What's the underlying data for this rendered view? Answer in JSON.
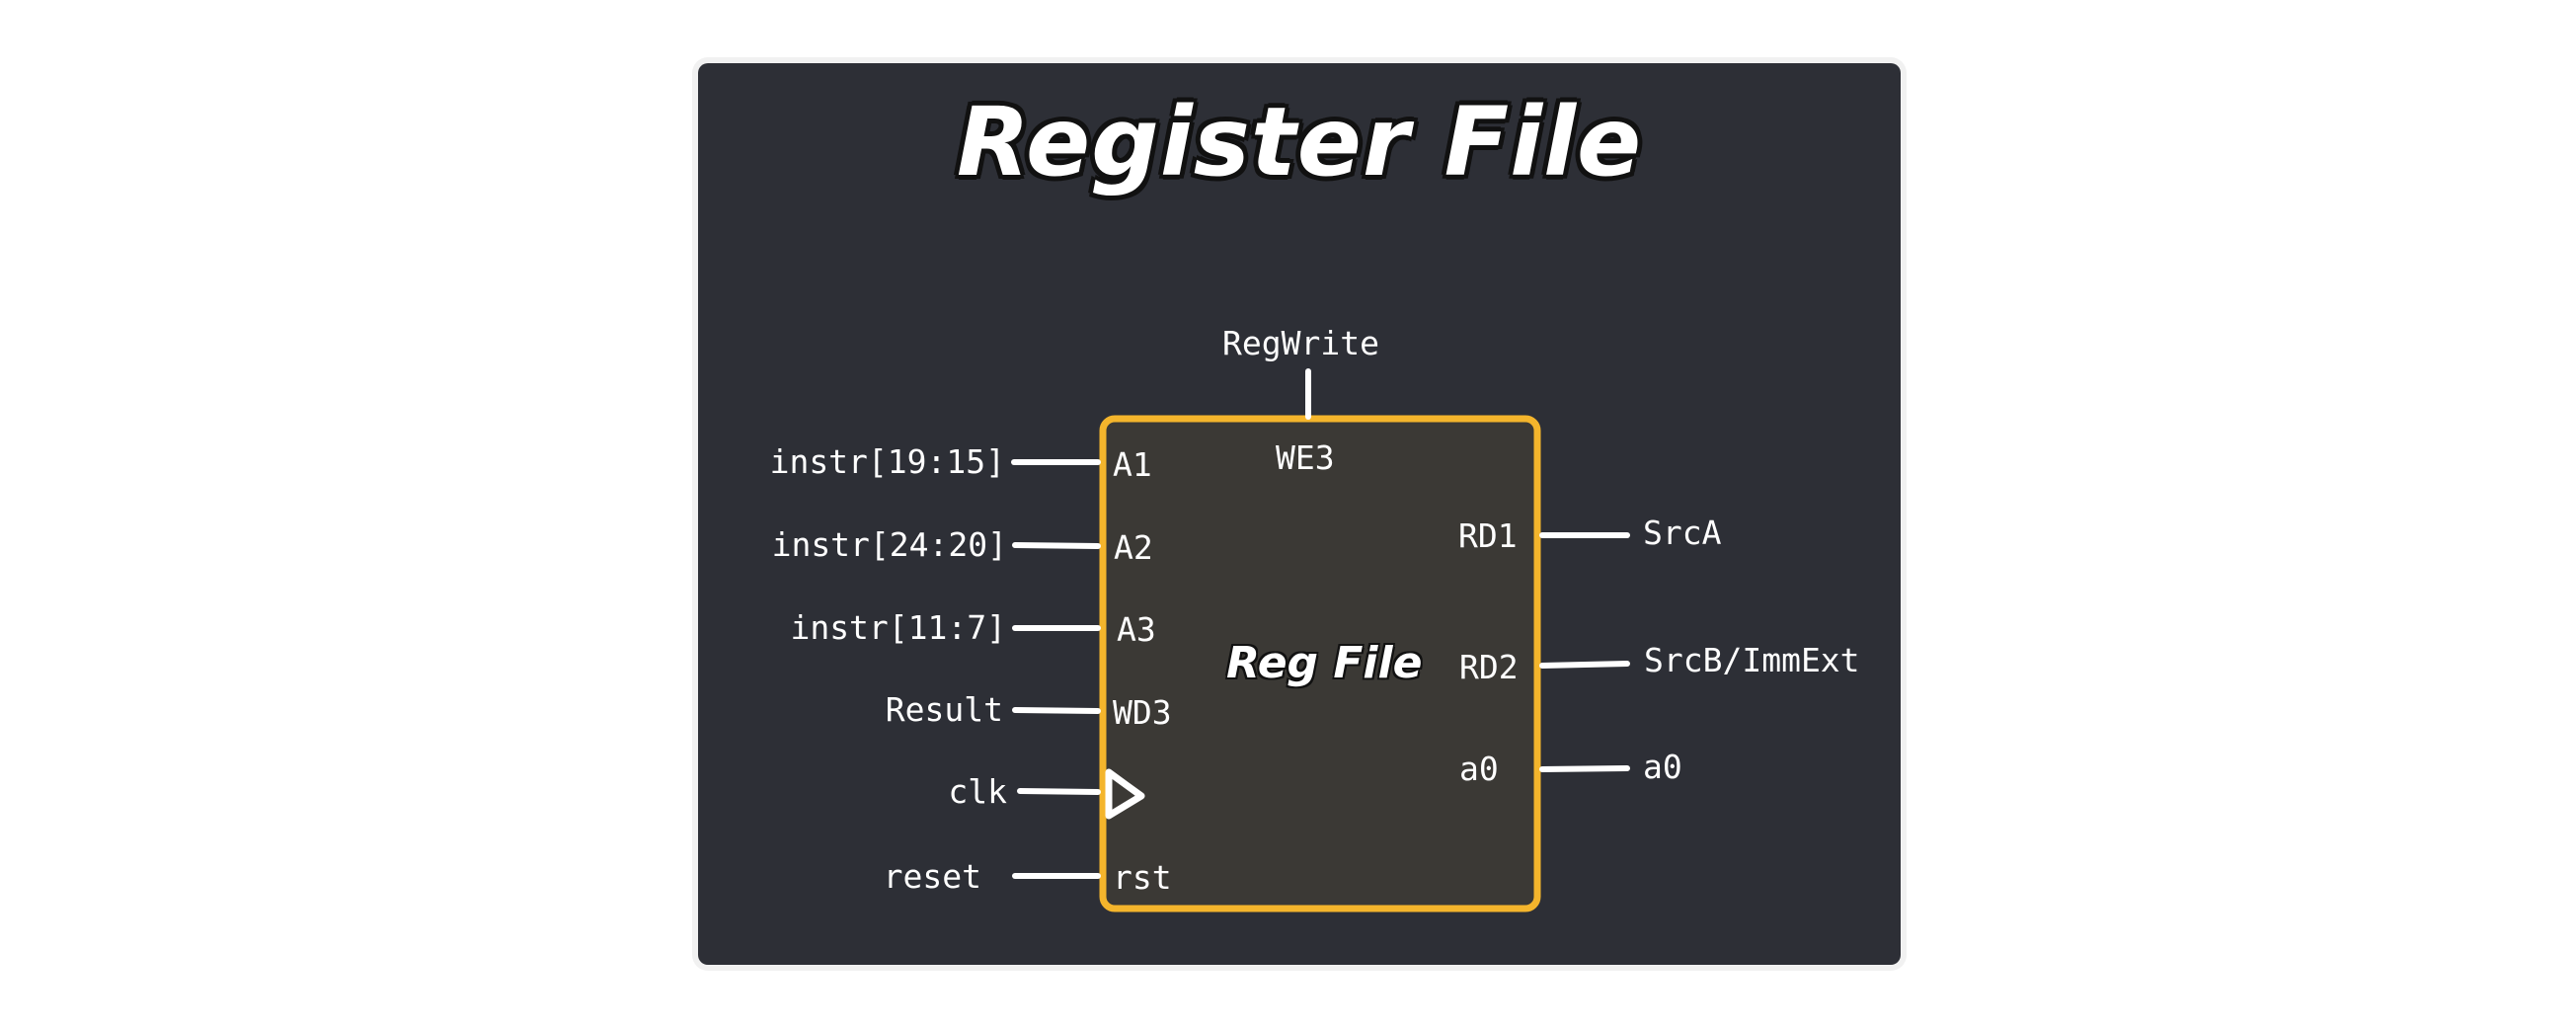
{
  "title": "Register File",
  "block": {
    "name": "Reg File",
    "border_color": "#f4b52c",
    "fill_color": "#3b3935"
  },
  "panel_color": "#2d2f36",
  "control": {
    "signal": "RegWrite",
    "port": "WE3"
  },
  "inputs": [
    {
      "signal": "instr[19:15]",
      "port": "A1"
    },
    {
      "signal": "instr[24:20]",
      "port": "A2"
    },
    {
      "signal": "instr[11:7]",
      "port": "A3"
    },
    {
      "signal": "Result",
      "port": "WD3"
    },
    {
      "signal": "clk",
      "port": "clock-triangle-icon"
    },
    {
      "signal": "reset",
      "port": "rst"
    }
  ],
  "outputs": [
    {
      "port": "RD1",
      "signal": "SrcA"
    },
    {
      "port": "RD2",
      "signal": "SrcB/ImmExt"
    },
    {
      "port": "a0",
      "signal": "a0"
    }
  ]
}
